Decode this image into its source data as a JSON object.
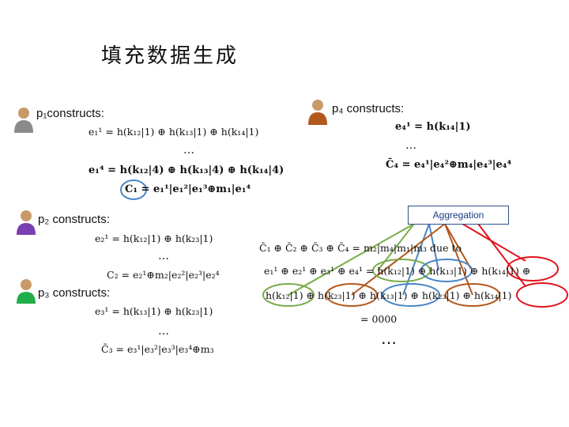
{
  "title": "填充数据生成",
  "colors": {
    "green": "#7aab4a",
    "blue": "#4a86c5",
    "brown": "#b2581c",
    "red": "#e0141c",
    "agg_border": "#2b4f8a"
  },
  "icons": [
    "person-gray-icon",
    "person-brown-icon",
    "person-purple-icon",
    "person-green-icon"
  ],
  "p1": {
    "header": "p₁constructs:",
    "eq1": "e₁¹ = h(k₁₂|1) ⊕ h(k₁₃|1) ⊕ h(k₁₄|1)",
    "dots": "…",
    "eq2": "e₁⁴ = h(k₁₂|4) ⊕ h(k₁₃|4) ⊕ h(k₁₄|4)",
    "eq3": "C₁ = e₁¹|e₁²|e₁³⊕m₁|e₁⁴"
  },
  "p4": {
    "header": "p₄ constructs:",
    "eq1": "e₄¹ = h(k₁₄|1)",
    "dots": "…",
    "eq2": "C̄₄ = e₄¹|e₄²⊕m₄|e₄³|e₄⁴"
  },
  "p2": {
    "header": "p₂ constructs:",
    "eq1": "e₂¹ = h(k₁₂|1) ⊕ h(k₂₃|1)",
    "dots": "…",
    "eq2": "C₂ = e₂¹⊕m₂|e₂²|e₂³|e₂⁴"
  },
  "p3": {
    "header": "p₃ constructs:",
    "eq1": "e₃¹ = h(k₁₃|1) ⊕ h(k₂₃|1)",
    "dots": "…",
    "eq2": "C̄₃ = e₃¹|e₃²|e₃³|e₃⁴⊕m₃"
  },
  "aggregation": {
    "label": "Aggregation",
    "line1": "C̄₁ ⊕ C̄₂ ⊕ C̄₃ ⊕ C̄₄ = m₂|m₄|m₁|m₃  due to",
    "line2": "e₁¹ ⊕ e₂¹ ⊕ e₃¹ ⊕ e₄¹ = h(k₁₂|1) ⊕ h(k₁₃|1) ⊕ h(k₁₄|1) ⊕",
    "line3": "h(k₁₂|1) ⊕ h(k₂₃|1) ⊕ h(k₁₃|1) ⊕ h(k₂₃|1) ⊕ h(k₁₄|1)",
    "line4": "= 0000",
    "dots": "…"
  }
}
